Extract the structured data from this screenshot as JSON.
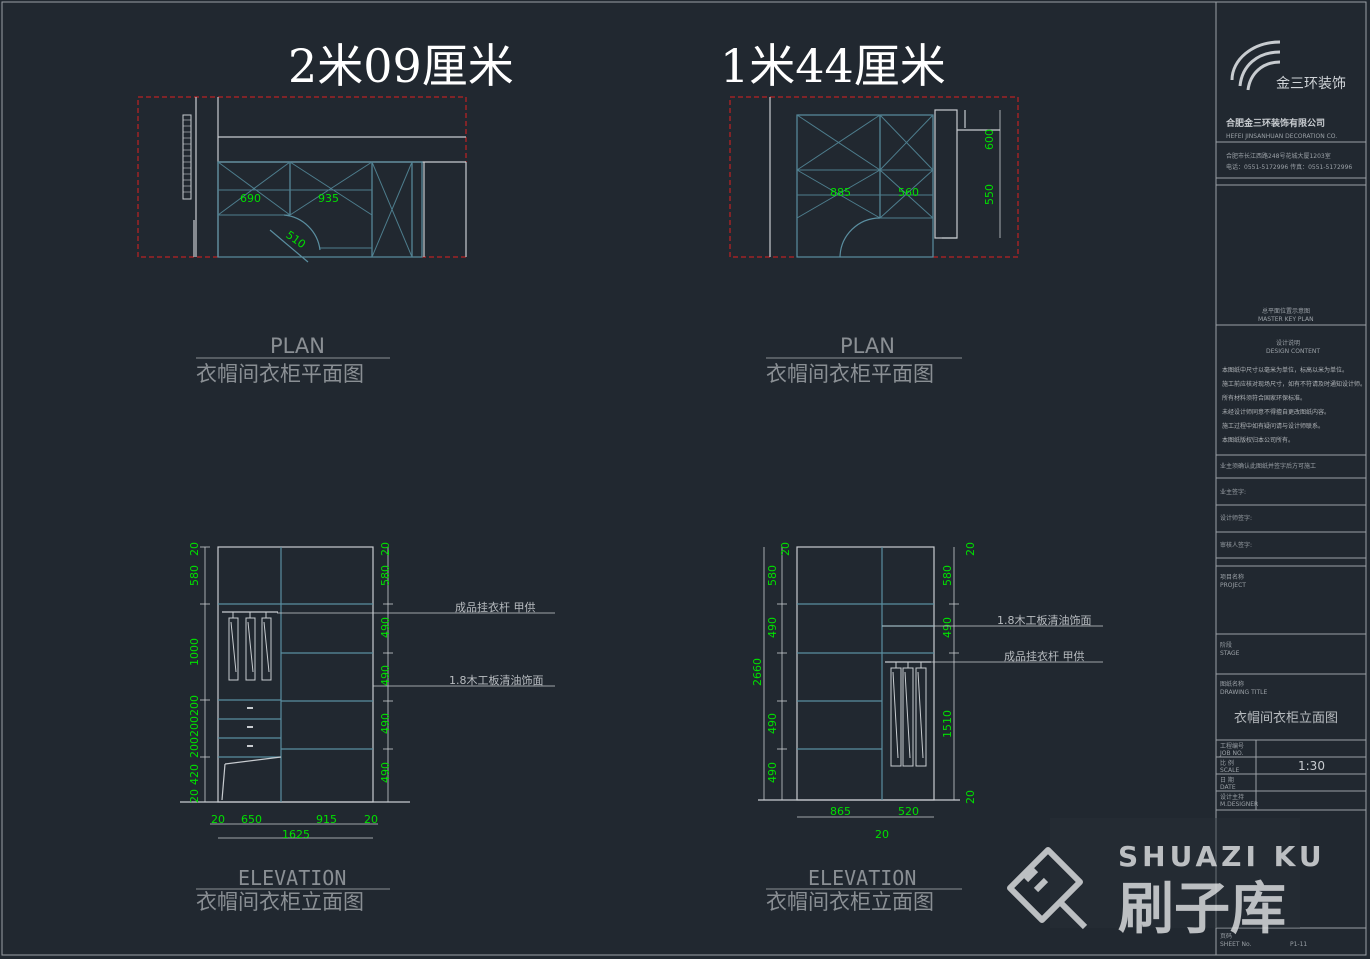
{
  "headings": {
    "left_size": "2米09厘米",
    "right_size": "1米44厘米"
  },
  "plan_captions": {
    "left_en": "PLAN",
    "left_cn": "衣帽间衣柜平面图",
    "right_en": "PLAN",
    "right_cn": "衣帽间衣柜平面图"
  },
  "elevation_captions": {
    "left_en": "ELEVATION",
    "left_cn": "衣帽间衣柜立面图",
    "right_en": "ELEVATION",
    "right_cn": "衣帽间衣柜立面图"
  },
  "plan_left_dims": [
    "690",
    "935",
    "510"
  ],
  "plan_right_dims": [
    "885",
    "560",
    "600",
    "550"
  ],
  "elev_left": {
    "left_dims": [
      "20",
      "580",
      "1000",
      "200200200",
      "420",
      "20"
    ],
    "right_dims": [
      "20",
      "580",
      "490",
      "490",
      "490",
      "490"
    ],
    "bottom_dims": [
      "20",
      "650",
      "915",
      "20"
    ],
    "total_width": "1625",
    "note_rod": "成品挂衣杆   甲供",
    "note_board": "1.8木工板清油饰面"
  },
  "elev_right": {
    "left_dims": [
      "20",
      "580",
      "490",
      "490",
      "490"
    ],
    "overall_height": "2660",
    "right_dims": [
      "20",
      "580",
      "490",
      "1510",
      "20"
    ],
    "bottom_dims": [
      "865",
      "520"
    ],
    "bottom_small": "20",
    "note_board": "1.8木工板清油饰面",
    "note_rod": "成品挂衣杆   甲供"
  },
  "title_block": {
    "brand": "金三环装饰",
    "company_cn": "合肥金三环装饰有限公司",
    "company_en": "HEFEI JINSANHUAN DECORATION CO.",
    "address_line1": "合肥市长江西路248号花城大厦1203室",
    "address_line2": "电话：0551-5172996     传真：0551-5172996",
    "key_plan_cn": "总平面位置示意图",
    "key_plan_en": "MASTER KEY PLAN",
    "design_notes_cn": "设计说明",
    "design_notes_en": "DESIGN CONTENT",
    "notes": [
      "本图纸中尺寸以毫米为单位，标高以米为单位。",
      "施工前应核对现场尺寸，如有不符请及时通知设计师。",
      "所有材料须符合国家环保标准。",
      "未经设计师同意不得擅自更改图纸内容。",
      "施工过程中如有疑问请与设计师联系。",
      "本图纸版权归本公司所有。"
    ],
    "construction_note": "业主须确认此图纸并签字后方可施工",
    "owner_sign": "业主签字:",
    "designer_sign": "设计师签字:",
    "reviewer_sign": "审核人签字:",
    "project_cn": "项目名称",
    "project_en": "PROJECT",
    "stage_cn": "阶段",
    "stage_en": "STAGE",
    "drawing_title_cn": "图纸名称",
    "drawing_title_en": "DRAWING TITLE",
    "drawing_title": "衣帽间衣柜立面图",
    "job_no_cn": "工程编号",
    "job_no_en": "JOB NO.",
    "scale_cn": "比 例",
    "scale_en": "SCALE",
    "scale": "1:30",
    "date_cn": "日 期",
    "date_en": "DATE",
    "designer_cn": "设计主持",
    "designer_en": "M.DESIGNER",
    "sheet_cn": "页码",
    "sheet_en": "SHEET No.",
    "sheet_no": "P1-11"
  },
  "watermark": {
    "latin": "SHUAZI KU",
    "cn": "刷子库"
  },
  "colors": {
    "background": "#212830",
    "dimension": "#00e000",
    "cut_line": "#e02020",
    "cabinet": "#5a8ea0"
  }
}
